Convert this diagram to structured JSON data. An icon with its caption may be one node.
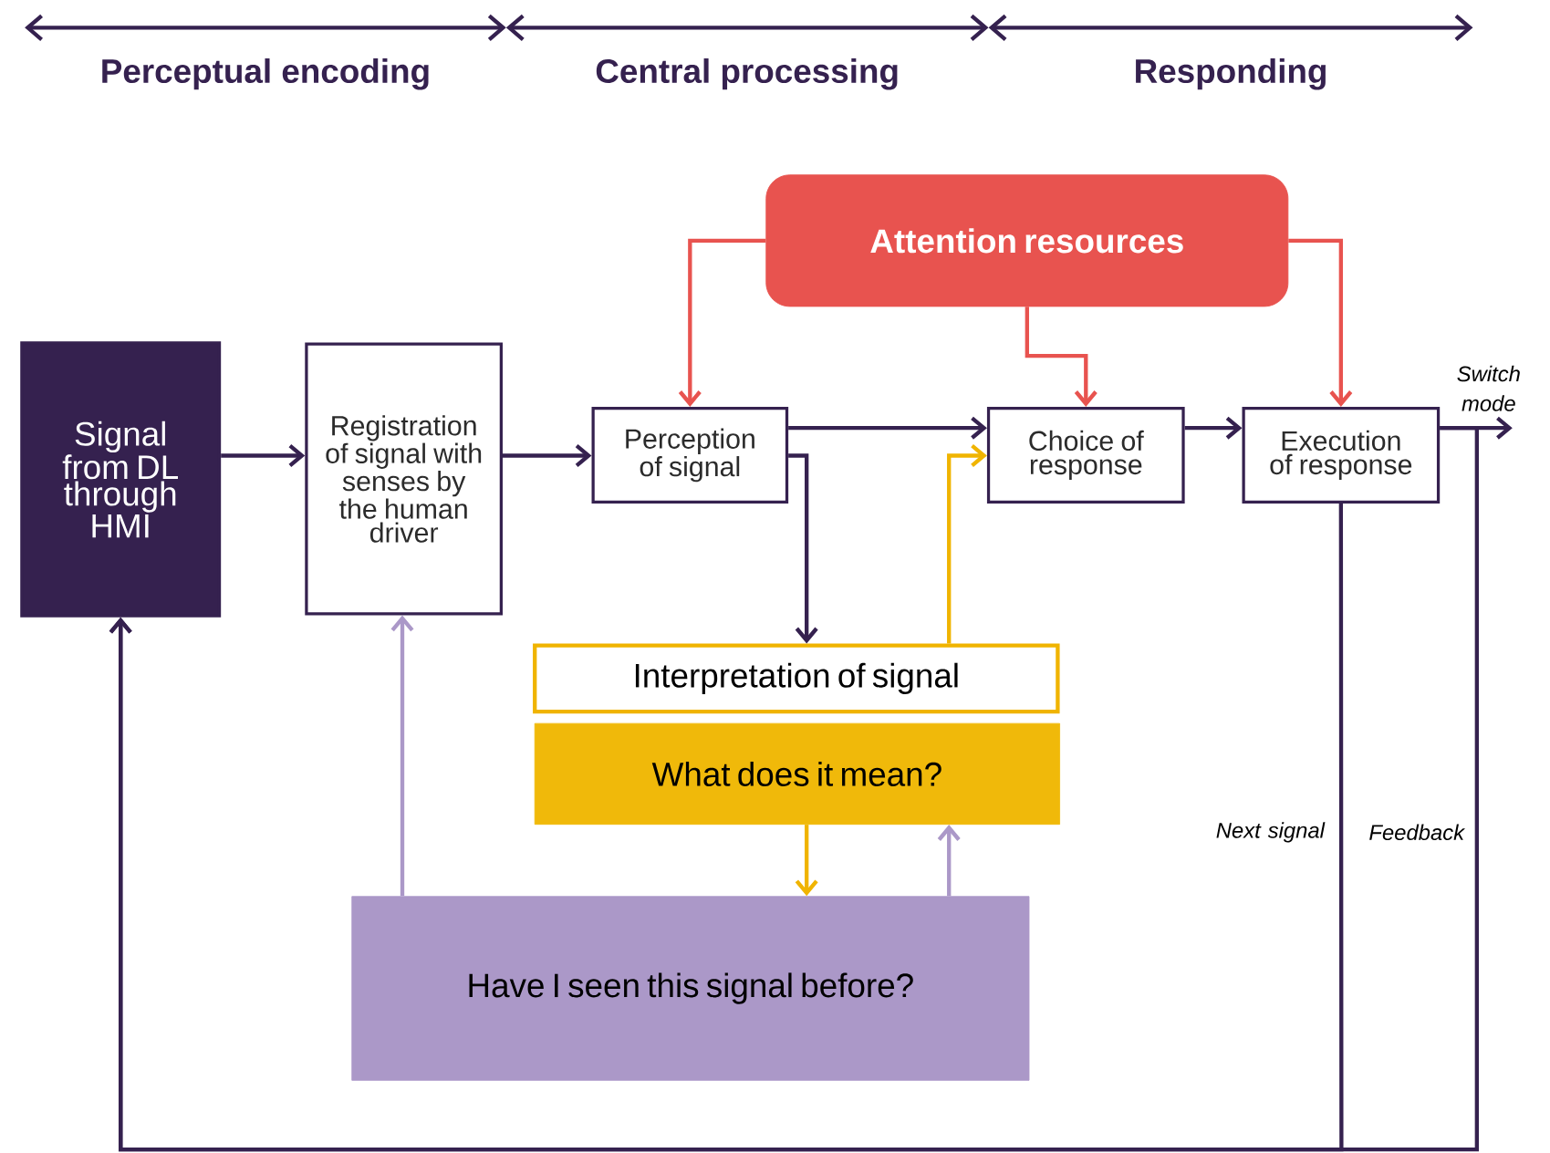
{
  "diagram": {
    "nodes": [
      {
        "text": [
          "Signal from DL through HMI"
        ]
      },
      {
        "text": [
          "Registration of signal with senses by the human driver"
        ]
      },
      {
        "text": [
          "Perception of signal"
        ]
      },
      {
        "text": [
          "Choice of response"
        ]
      },
      {
        "text": [
          "Execution of response"
        ]
      },
      {
        "text": [
          "Attention resources"
        ]
      },
      {
        "text": [
          "Interpretation of signal"
        ]
      },
      {
        "text": [
          "What does it mean?"
        ]
      },
      {
        "text": [
          "Have I seen this signal before?"
        ]
      }
    ],
    "edges": [
      {
        "from": 0,
        "to": 1,
        "arrow": "to"
      },
      {
        "from": 1,
        "to": 2,
        "arrow": "to"
      },
      {
        "from": 2,
        "to": 3,
        "arrow": "to"
      },
      {
        "from": 2,
        "to": 6,
        "arrow": "to"
      },
      {
        "from": 6,
        "to": 3,
        "arrow": "to",
        "color": "#f0b400"
      },
      {
        "from": 3,
        "to": 4,
        "arrow": "to"
      },
      {
        "from": 4,
        "to": null,
        "arrow": "to",
        "label": "Switch mode"
      },
      {
        "from": 5,
        "to": 2,
        "arrow": "to",
        "color": "#e8534f"
      },
      {
        "from": 5,
        "to": 3,
        "arrow": "to",
        "color": "#e8534f"
      },
      {
        "from": 5,
        "to": 4,
        "arrow": "to",
        "color": "#e8534f"
      },
      {
        "from": 7,
        "to": 8,
        "arrow": "to",
        "color": "#f0b400"
      },
      {
        "from": 8,
        "to": 7,
        "arrow": "to",
        "color": "#ab98c8"
      },
      {
        "from": 8,
        "to": 1,
        "arrow": "to",
        "color": "#ab98c8"
      },
      {
        "from": 4,
        "to": 0,
        "arrow": "to",
        "label": "Next signal"
      },
      {
        "from": 4,
        "to": 0,
        "arrow": "to",
        "label": "Feedback"
      }
    ],
    "labels": [
      "Perceptual encoding",
      "Central processing",
      "Responding"
    ]
  }
}
